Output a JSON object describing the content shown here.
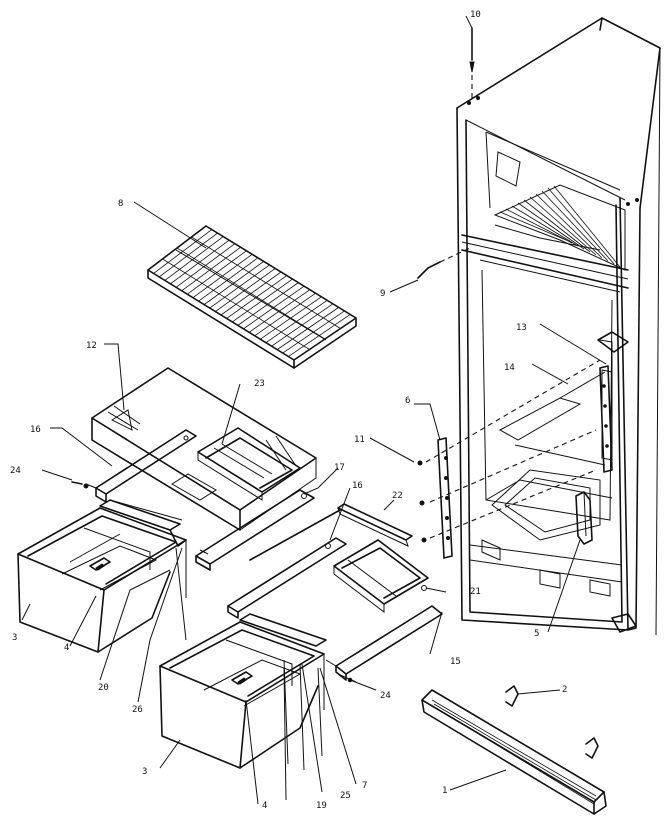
{
  "callouts": [
    {
      "id": "c1",
      "text": "1"
    },
    {
      "id": "c2",
      "text": "2"
    },
    {
      "id": "c3a",
      "text": "3"
    },
    {
      "id": "c3b",
      "text": "3"
    },
    {
      "id": "c4a",
      "text": "4"
    },
    {
      "id": "c4b",
      "text": "4"
    },
    {
      "id": "c5",
      "text": "5"
    },
    {
      "id": "c6",
      "text": "6"
    },
    {
      "id": "c7",
      "text": "7"
    },
    {
      "id": "c8",
      "text": "8"
    },
    {
      "id": "c9",
      "text": "9"
    },
    {
      "id": "c10",
      "text": "10"
    },
    {
      "id": "c11",
      "text": "11"
    },
    {
      "id": "c12",
      "text": "12"
    },
    {
      "id": "c13",
      "text": "13"
    },
    {
      "id": "c14",
      "text": "14"
    },
    {
      "id": "c15",
      "text": "15"
    },
    {
      "id": "c16a",
      "text": "16"
    },
    {
      "id": "c16b",
      "text": "16"
    },
    {
      "id": "c17",
      "text": "17"
    },
    {
      "id": "c19",
      "text": "19"
    },
    {
      "id": "c20",
      "text": "20"
    },
    {
      "id": "c21",
      "text": "21"
    },
    {
      "id": "c22",
      "text": "22"
    },
    {
      "id": "c23",
      "text": "23"
    },
    {
      "id": "c24a",
      "text": "24"
    },
    {
      "id": "c24b",
      "text": "24"
    },
    {
      "id": "c25",
      "text": "25"
    },
    {
      "id": "c26",
      "text": "26"
    }
  ]
}
